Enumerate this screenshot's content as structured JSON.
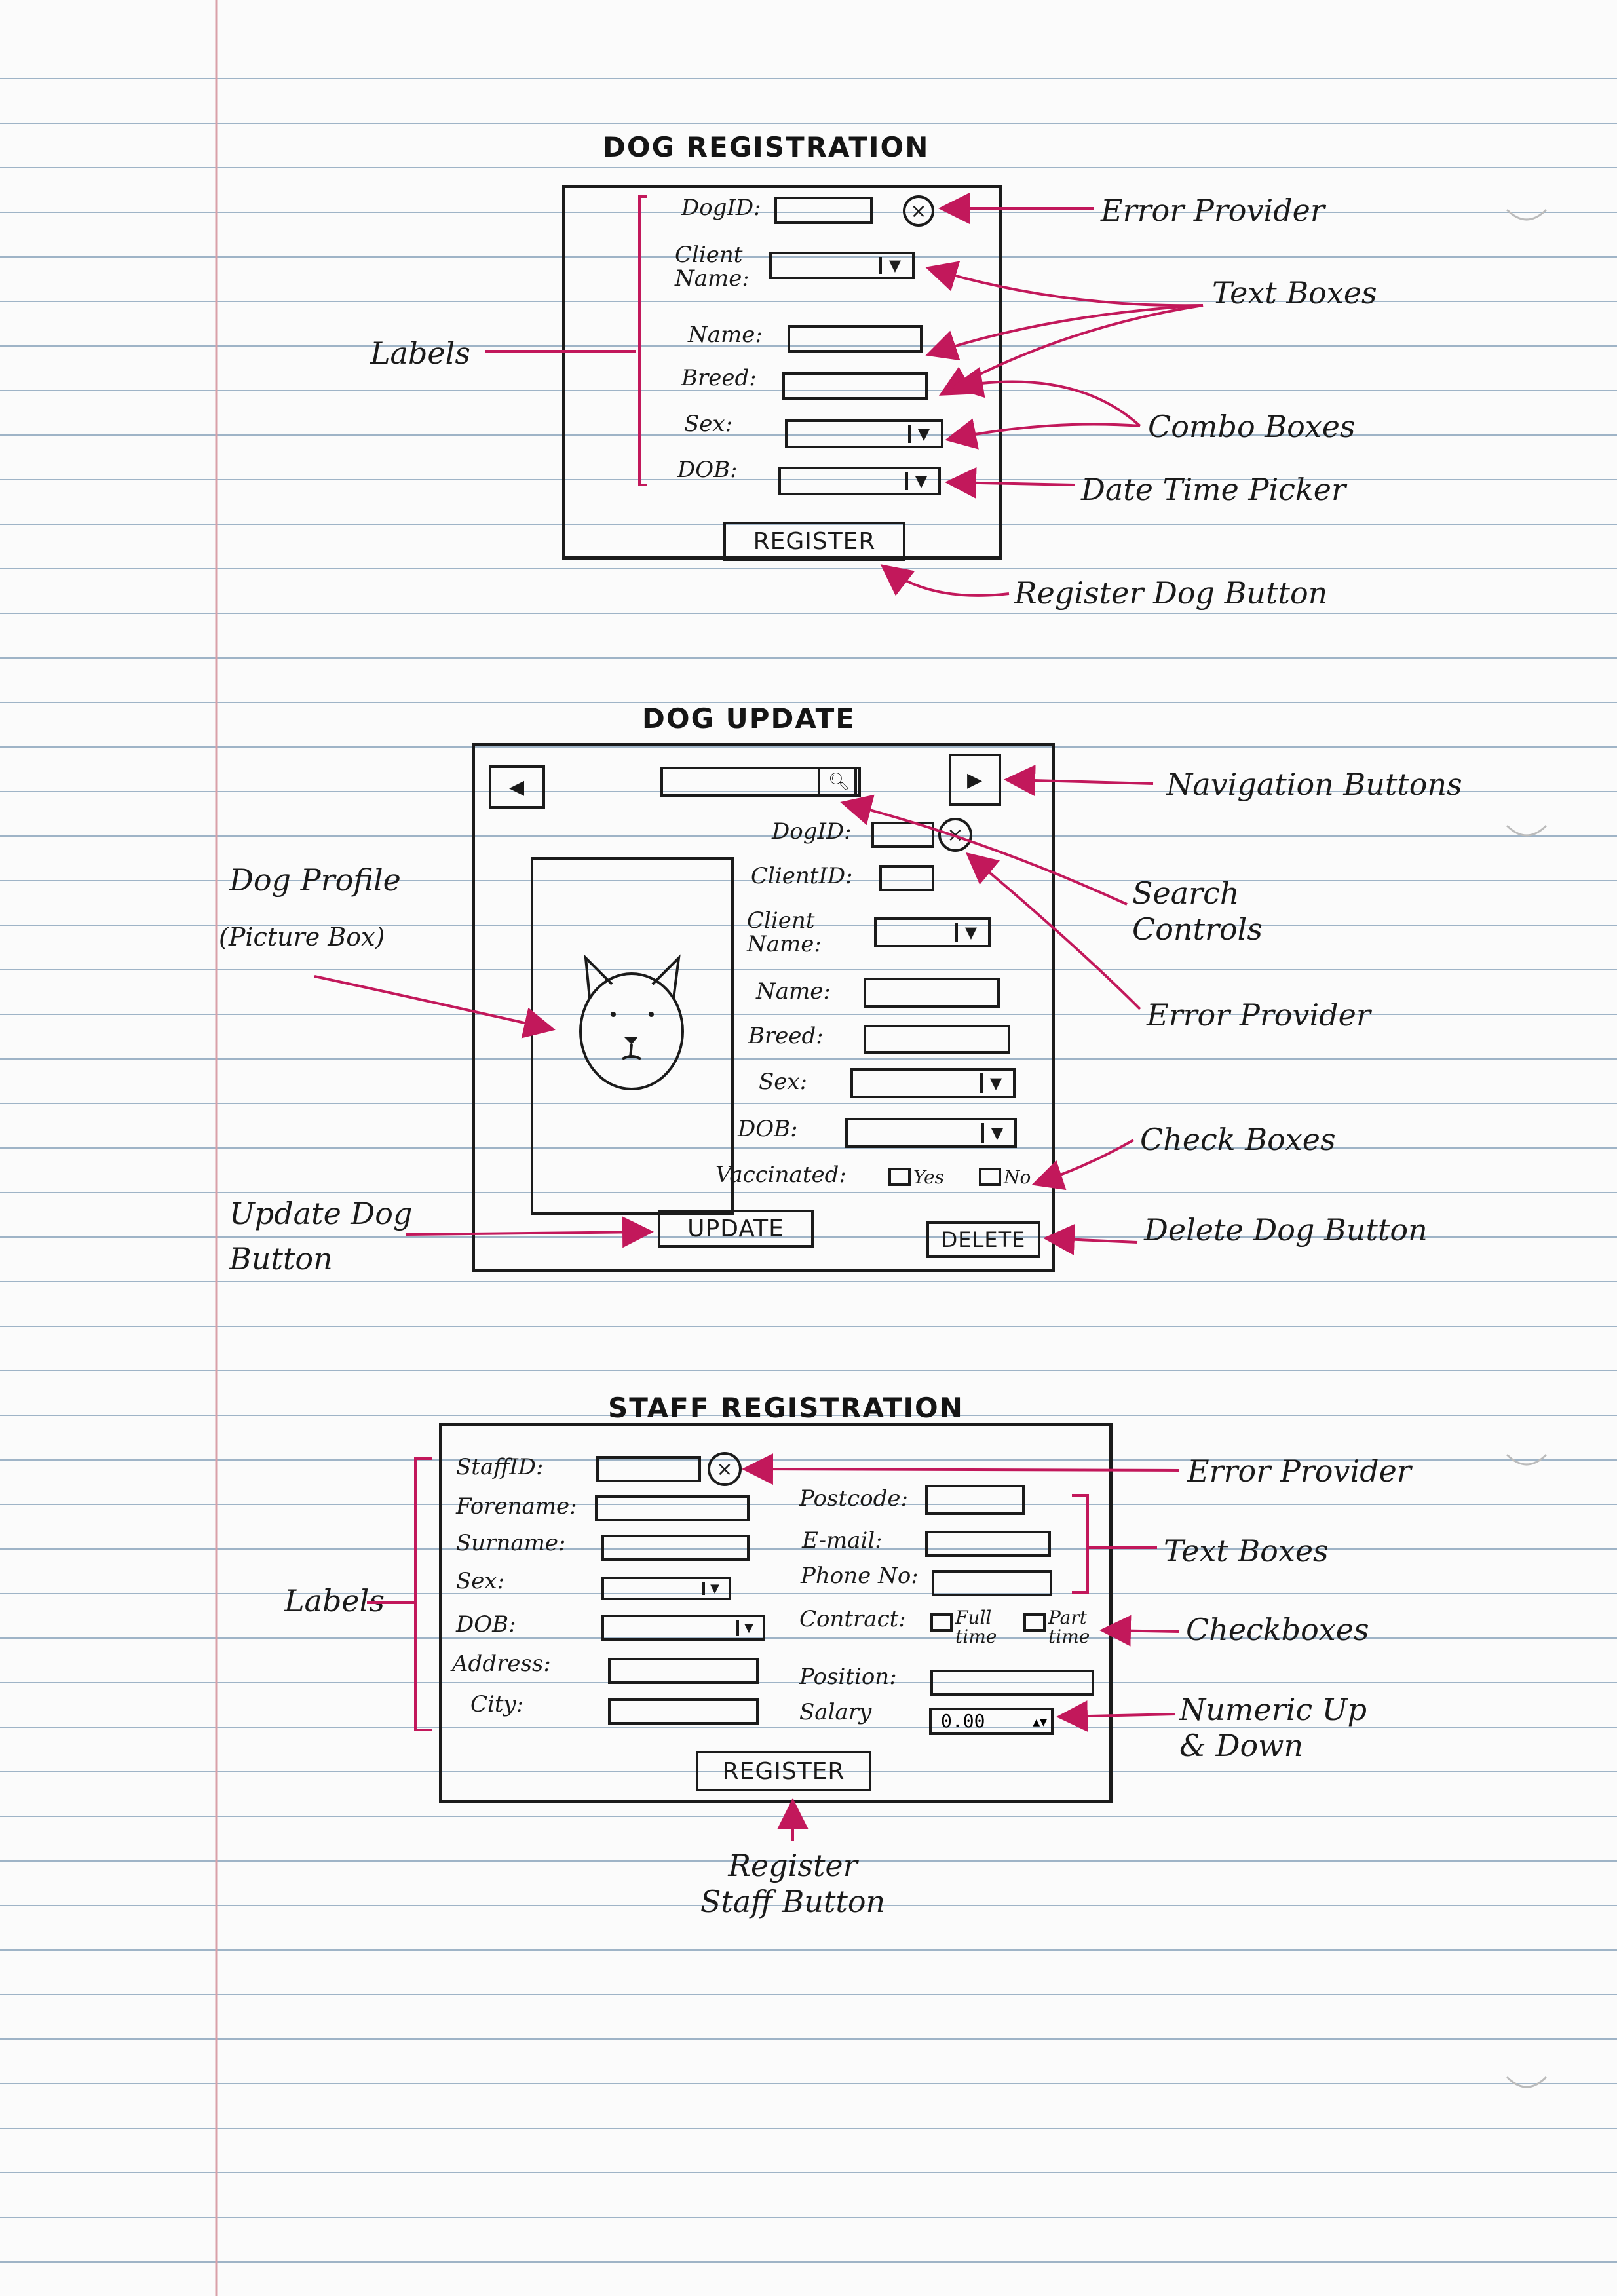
{
  "dog_registration": {
    "title": "DOG REGISTRATION",
    "labels": {
      "dog_id": "DogID:",
      "client_name": "Client Name:",
      "name": "Name:",
      "breed": "Breed:",
      "sex": "Sex:",
      "dob": "DOB:"
    },
    "register_button": "REGISTER",
    "annotations": {
      "error_provider": "Error Provider",
      "text_boxes": "Text Boxes",
      "labels": "Labels",
      "combo_boxes": "Combo Boxes",
      "date_time_picker": "Date Time Picker",
      "register_dog_button": "Register Dog Button"
    }
  },
  "dog_update": {
    "title": "DOG UPDATE",
    "labels": {
      "dog_id": "DogID:",
      "client_id": "ClientID:",
      "client_name": "Client Name:",
      "name": "Name:",
      "breed": "Breed:",
      "sex": "Sex:",
      "dob": "DOB:",
      "vaccinated": "Vaccinated:",
      "yes": "Yes",
      "no": "No"
    },
    "update_button": "UPDATE",
    "delete_button": "DELETE",
    "annotations": {
      "navigation_buttons": "Navigation Buttons",
      "dog_profile": "Dog Profile",
      "picture_box": "(Picture Box)",
      "search_controls": "Search Controls",
      "error_provider": "Error Provider",
      "check_boxes": "Check Boxes",
      "update_dog_button": "Update Dog Button",
      "delete_dog_button": "Delete Dog Button"
    }
  },
  "staff_registration": {
    "title": "STAFF REGISTRATION",
    "labels": {
      "staff_id": "StaffID:",
      "forename": "Forename:",
      "surname": "Surname:",
      "sex": "Sex:",
      "dob": "DOB:",
      "address": "Address:",
      "city": "City:",
      "postcode": "Postcode:",
      "email": "E-mail:",
      "phone": "Phone No:",
      "contract": "Contract:",
      "full_time": "Full time",
      "part_time": "Part time",
      "position": "Position:",
      "salary": "Salary"
    },
    "salary_value": "0.00",
    "register_button": "REGISTER",
    "annotations": {
      "error_provider": "Error Provider",
      "text_boxes": "Text Boxes",
      "labels": "Labels",
      "checkboxes": "Checkboxes",
      "numeric_up_down": "Numeric Up & Down",
      "register_staff_button": "Register Staff Button"
    }
  },
  "colors": {
    "ink": "#1b1b1b",
    "annotation_pink": "#c2185b",
    "ruled_line": "#9fb4c7",
    "margin_line": "#d9a0a8"
  }
}
